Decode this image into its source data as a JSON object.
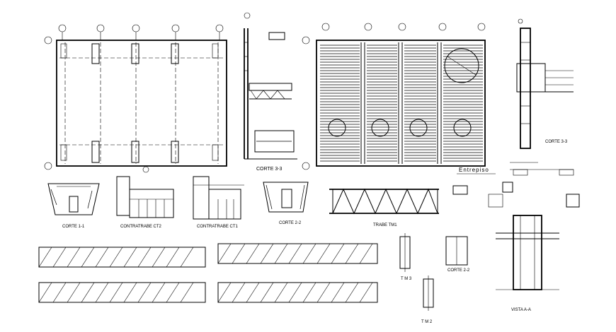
{
  "colors": {
    "ink": "#000000",
    "paper": "#ffffff"
  },
  "labels": {
    "corte_3_3_top": "CORTE 3-3",
    "entrepiso": "Entrepiso",
    "corte_3_3_right": "CORTE 3-3",
    "corte_1_1": "CORTE 1-1",
    "contratrabe_ct2": "CONTRATRABE CT2",
    "contratrabe_ct1": "CONTRATRABE CT1",
    "corte_2_2_left": "CORTE 2-2",
    "trabe_tm1": "TRABE TM1",
    "tm3": "T M 3",
    "tm2": "T M 2",
    "corte_2_2_right": "CORTE 2-2",
    "vista_a_a": "VISTA A-A"
  }
}
